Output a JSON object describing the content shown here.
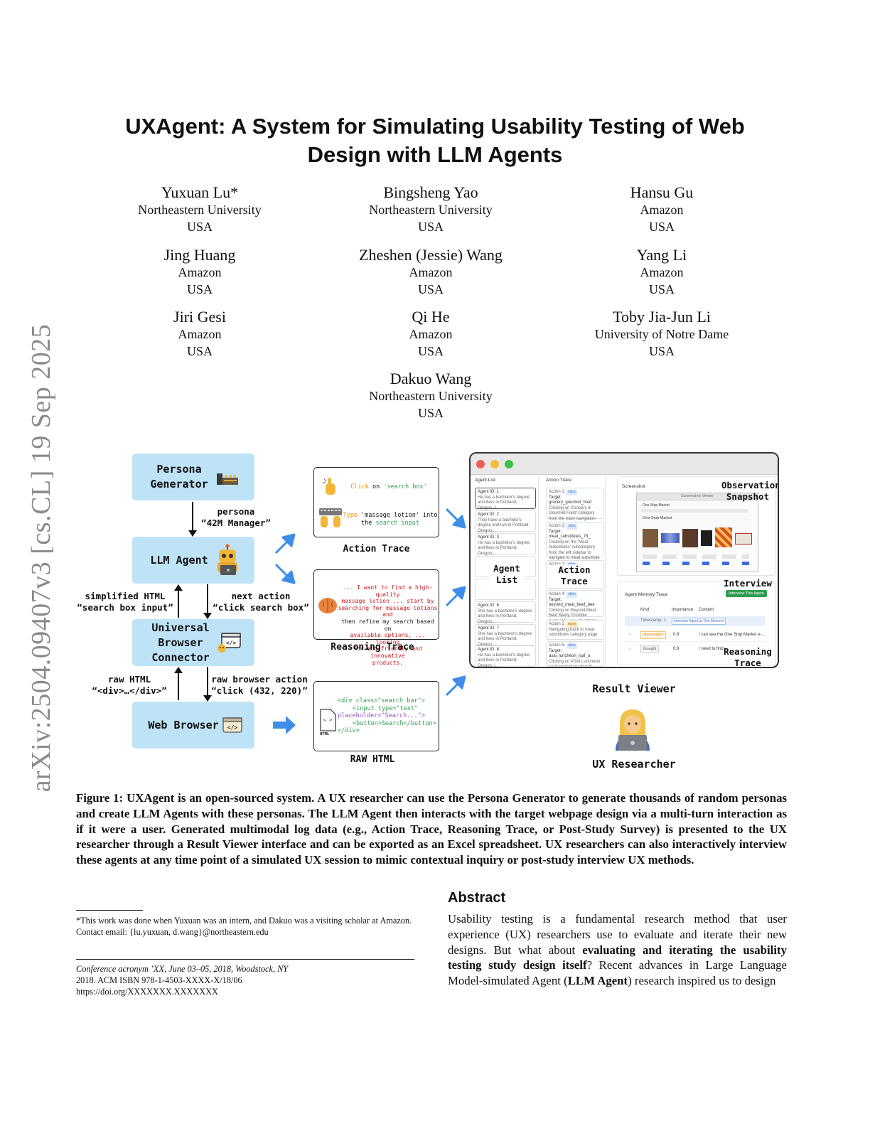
{
  "arxiv_stamp": "arXiv:2504.09407v3  [cs.CL]  19 Sep 2025",
  "title_line1": "UXAgent: A System for Simulating Usability Testing of Web",
  "title_line2": "Design with LLM Agents",
  "authors": [
    {
      "name": "Yuxuan Lu*",
      "affiliation": "Northeastern University",
      "country": "USA"
    },
    {
      "name": "Bingsheng Yao",
      "affiliation": "Northeastern University",
      "country": "USA"
    },
    {
      "name": "Hansu Gu",
      "affiliation": "Amazon",
      "country": "USA"
    },
    {
      "name": "Jing Huang",
      "affiliation": "Amazon",
      "country": "USA"
    },
    {
      "name": "Zheshen (Jessie) Wang",
      "affiliation": "Amazon",
      "country": "USA"
    },
    {
      "name": "Yang Li",
      "affiliation": "Amazon",
      "country": "USA"
    },
    {
      "name": "Jiri Gesi",
      "affiliation": "Amazon",
      "country": "USA"
    },
    {
      "name": "Qi He",
      "affiliation": "Amazon",
      "country": "USA"
    },
    {
      "name": "Toby Jia-Jun Li",
      "affiliation": "University of Notre Dame",
      "country": "USA"
    },
    {
      "name": "Dakuo Wang",
      "affiliation": "Northeastern University",
      "country": "USA"
    }
  ],
  "figure": {
    "persona_generator": "Persona Generator",
    "llm_agent": "LLM Agent",
    "universal_connector": "Universal Browser Connector",
    "web_browser": "Web Browser",
    "persona_label_1": "persona",
    "persona_label_2": "“42M Manager”",
    "simplified_html_1": "simplified HTML",
    "simplified_html_2": "“search box input”",
    "next_action_1": "next action",
    "next_action_2": "“click search box”",
    "raw_html_1": "raw HTML",
    "raw_html_2": "“<div>…</div>”",
    "raw_action_1": "raw browser action",
    "raw_action_2": "“click (432, 220)”",
    "action_trace_title": "Action Trace",
    "action_click_verb": "Click",
    "action_click_rest": " on ",
    "action_click_target": "'search box'",
    "action_type_verb": "Type",
    "action_type_text": " 'massage lotion' into",
    "action_type_rest": "the ",
    "action_type_target": "search input",
    "reasoning_trace_title": "Reasoning Trace",
    "reasoning_1": "... I want to find a high-quality",
    "reasoning_2": "massage lotion ... start by",
    "reasoning_3": "searching for massage lotions and",
    "reasoning_4": "then refine my search based on",
    "reasoning_5": "available options, ... looking",
    "reasoning_6": "for eco-friendly and innovative",
    "reasoning_7": "products.",
    "raw_html_title": "RAW HTML",
    "html_line_1": "<div class=\"search bar\">",
    "html_line_2": "<input type=\"text\"",
    "html_line_3": "placeholder=\"Search...\">",
    "html_line_4": "<button>Search</button>",
    "html_line_5": "</div>",
    "html_icon_label": "HTML",
    "result_viewer": "Result Viewer",
    "ux_researcher": "UX Researcher",
    "viewer": {
      "agent_list_header": "Agent List",
      "action_trace_header": "Action Trace",
      "screenshot_header": "Screenshot",
      "screenshot_window_title": "Screenshot Viewer",
      "store_name": "One Stop Market",
      "agents": [
        {
          "id": "Agent ID: 1",
          "desc": "He has a bachelor's degree and lives in Portland, Oregon, a..."
        },
        {
          "id": "Agent ID: 2",
          "desc": "They have a bachelor's degree and live in Portland, Oregon,..."
        },
        {
          "id": "Agent ID: 3",
          "desc": "He has a bachelor's degree and lives in Portland, Oregon,..."
        },
        {
          "id": "Agent ID: 6",
          "desc": "She has a bachelor's degree and lives in Portland, Oregon,..."
        },
        {
          "id": "Agent ID: 7",
          "desc": "She has a bachelor's degree and lives in Portland, Oregon,..."
        },
        {
          "id": "Agent ID: 8",
          "desc": "He has a bachelor's degree and lives in Portland, Oregon, i..."
        }
      ],
      "actions": [
        {
          "id": "Action 1:",
          "badge": "click",
          "target": "Target: grocery_gourmet_food",
          "desc": "Clicking on 'Grocery & Gourmet Food' category from the main navigation menu"
        },
        {
          "id": "Action 2:",
          "badge": "click",
          "target": "Target: meat_substitutes_78_",
          "desc": "Clicking on the 'Meat Substitutes' subcategory from the left sidebar to navigate to meat substitute products"
        },
        {
          "id": "Action 3:",
          "badge": "click",
          "target": "",
          "desc": ""
        },
        {
          "id": "Action 4:",
          "badge": "click",
          "target": "Target: beyond_meat_beef_bee",
          "desc": "Clicking on Beyond Meat Beef Beefy Crumble product to view its details and rating"
        },
        {
          "id": "Action 5:",
          "badge": "back",
          "target": "",
          "desc": "Navigating back to meat substitutes category page"
        },
        {
          "id": "Action 6:",
          "badge": "click",
          "target": "Target: asai_luncheon_loaf_a",
          "desc": "Clicking on ASAI Luncheon Loaf product to view its details and check its rating"
        }
      ],
      "memory_header": "Agent Memory Trace",
      "interview_button": "Interview This Agent",
      "col_kind": "Kind",
      "col_importance": "Importance",
      "col_content": "Content",
      "timestamp_label": "Timestamp: 1",
      "interview_moment": "Interview Agent at This Moment",
      "memory_rows": [
        {
          "kind": "observation",
          "importance": "0.8",
          "content": "I can see the One Stop Market e-..."
        },
        {
          "kind": "thought",
          "importance": "0.8",
          "content": "I need to find"
        }
      ],
      "label_observation": "Observation Snapshot",
      "label_agent_list": "Agent List",
      "label_action_trace": "Action Trace",
      "label_interview": "Interview",
      "label_reasoning": "Reasoning Trace"
    },
    "colors": {
      "box_fill": "#bfe3f6",
      "arrow_blue": "#3f8de8",
      "dark_red": "#c4161c",
      "type_orange": "#e09000",
      "green": "#2e9e4f"
    }
  },
  "caption": "Figure 1: UXAgent is an open-sourced system. A UX researcher can use the Persona Generator to generate thousands of random personas and create LLM Agents with these personas. The LLM Agent then interacts with the target webpage design via a multi-turn interaction as if it were a user. Generated multimodal log data (e.g., Action Trace, Reasoning Trace, or Post-Study Survey) is presented to the UX researcher through a Result Viewer interface and can be exported as an Excel spreadsheet. UX researchers can also interactively interview these agents at any time point of a simulated UX session to mimic contextual inquiry or post-study interview UX methods.",
  "footnote_star": "*This work was done when Yuxuan was an intern, and Dakuo was a visiting scholar at Amazon. Contact email: {lu.yuxuan, d.wang}@northeastern.edu",
  "conference": "Conference acronym ’XX, June 03–05, 2018, Woodstock, NY",
  "isbn": "2018. ACM ISBN 978-1-4503-XXXX-X/18/06",
  "doi": "https://doi.org/XXXXXXX.XXXXXXX",
  "abstract_heading": "Abstract",
  "abstract_1": "Usability testing is a fundamental research method that user experience (UX) researchers use to evaluate and iterate their new designs. But what about ",
  "abstract_2": "evaluating and iterating the usability testing study design itself",
  "abstract_3": "? Recent advances in Large Language Model-simulated Agent (",
  "abstract_4": "LLM Agent",
  "abstract_5": ") research inspired us to design"
}
